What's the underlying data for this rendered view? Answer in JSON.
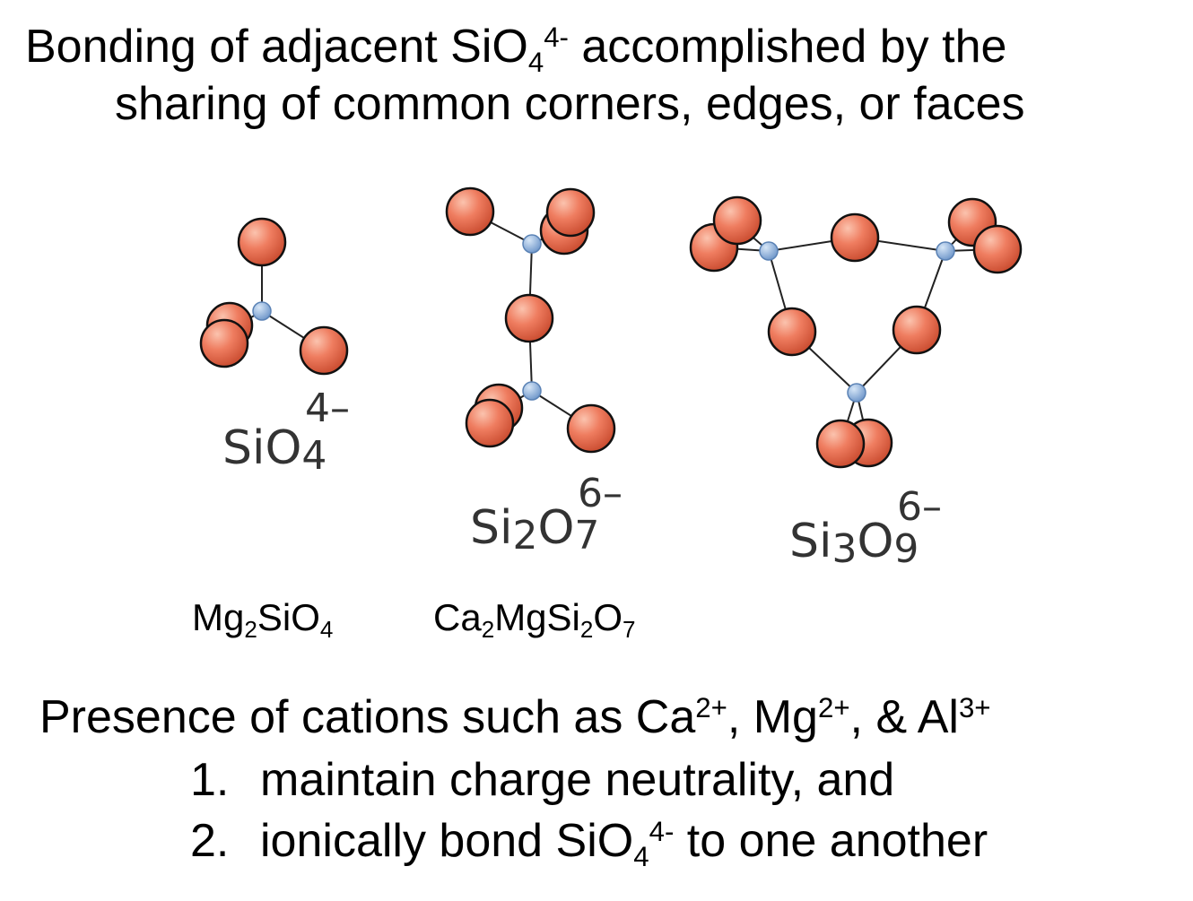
{
  "title": {
    "line1_prefix": "Bonding of adjacent  SiO",
    "line1_sub": "4",
    "line1_sup": "4-",
    "line1_suffix": " accomplished by the",
    "line2": "sharing of common corners, edges, or faces"
  },
  "structures": [
    {
      "base": "SiO",
      "sub": "4",
      "charge": "4–"
    },
    {
      "base": "Si",
      "sub1": "2",
      "mid": "O",
      "sub2": "7",
      "charge": "6–"
    },
    {
      "base": "Si",
      "sub1": "3",
      "mid": "O",
      "sub2": "9",
      "charge": "6–"
    }
  ],
  "formulas": {
    "f1": {
      "a": "Mg",
      "a_sub": "2",
      "b": "SiO",
      "b_sub": "4"
    },
    "f2": {
      "a": "Ca",
      "a_sub": "2",
      "b": "MgSi",
      "b_sub": "2",
      "c": "O",
      "c_sub": "7"
    }
  },
  "cations": {
    "prefix": "Presence of cations such as Ca",
    "ca_sup": "2+",
    "mid1": ", Mg",
    "mg_sup": "2+",
    "mid2": ", & Al",
    "al_sup": "3+"
  },
  "list": [
    {
      "num": "1.",
      "text": "maintain charge neutrality, and"
    },
    {
      "num": "2.",
      "text_prefix": "ionically bond SiO",
      "sub": "4",
      "sup": "4-",
      "text_suffix": " to one another"
    }
  ],
  "colors": {
    "oxygen": "#ee7a5c",
    "silicon": "#7fa7d6",
    "bond": "#222222"
  }
}
